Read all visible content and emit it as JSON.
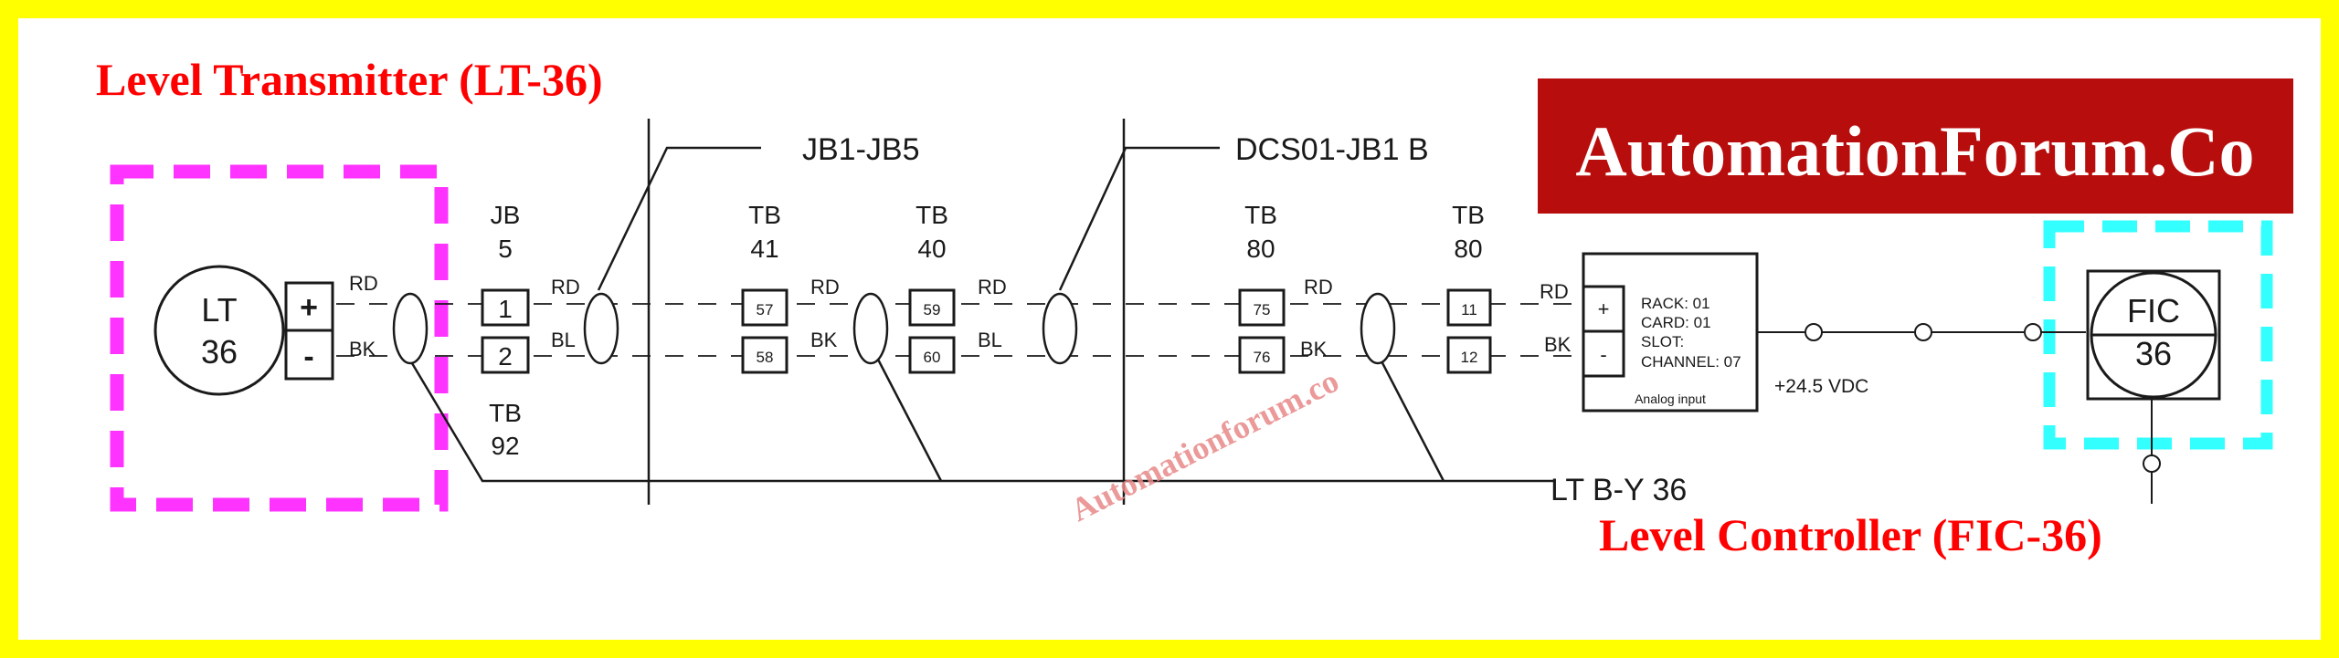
{
  "colors": {
    "frame": "#ffff00",
    "transmitter_box": "#ff33ff",
    "controller_box": "#33ffff",
    "heading": "#ff0000",
    "banner_bg": "#b80d0d",
    "banner_text": "#ffffff",
    "watermark": "#e88888",
    "line": "#1a1a1a"
  },
  "headings": {
    "transmitter": "Level Transmitter (LT-36)",
    "controller": "Level Controller (FIC-36)"
  },
  "banner": {
    "text": "AutomationForum.Co"
  },
  "watermark": {
    "text": "Automationforum.co"
  },
  "transmitter": {
    "tag_line1": "LT",
    "tag_line2": "36",
    "plus": "+",
    "minus": "-",
    "wire_rd": "RD",
    "wire_bk": "BK"
  },
  "jb5": {
    "label_line1": "JB",
    "label_line2": "5",
    "term1": "1",
    "term2": "2",
    "tb_line1": "TB",
    "tb_line2": "92",
    "wire_rd": "RD",
    "wire_bl": "BL"
  },
  "callouts": {
    "jb_run": "JB1-JB5",
    "dcs_run": "DCS01-JB1 B",
    "cable": "LT B-Y 36"
  },
  "tb41": {
    "label_line1": "TB",
    "label_line2": "41",
    "term1": "57",
    "term2": "58",
    "wire_rd": "RD",
    "wire_bk": "BK"
  },
  "tb40": {
    "label_line1": "TB",
    "label_line2": "40",
    "term1": "59",
    "term2": "60",
    "wire_rd": "RD",
    "wire_bl": "BL"
  },
  "tb80a": {
    "label_line1": "TB",
    "label_line2": "80",
    "term1": "75",
    "term2": "76",
    "wire_rd": "RD",
    "wire_bk": "BK"
  },
  "tb80b": {
    "label_line1": "TB",
    "label_line2": "80",
    "term1": "11",
    "term2": "12",
    "wire_rd": "RD",
    "wire_bk": "BK"
  },
  "analog_input": {
    "plus": "+",
    "minus": "-",
    "rack": "RACK: 01",
    "card": "CARD: 01",
    "slot": "SLOT:",
    "channel": "CHANNEL: 07",
    "caption": "Analog input",
    "supply": "+24.5 VDC"
  },
  "controller": {
    "tag_line1": "FIC",
    "tag_line2": "36"
  }
}
